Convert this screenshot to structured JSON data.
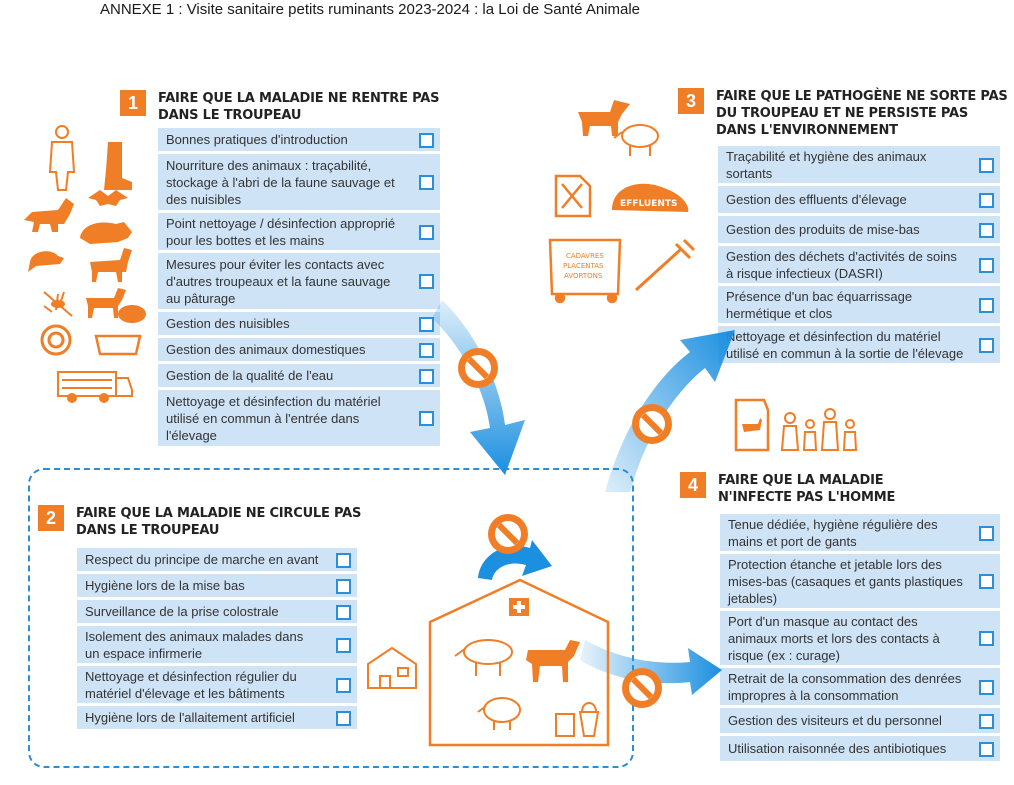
{
  "page_title": "ANNEXE 1 : Visite sanitaire petits ruminants 2023-2024 : la Loi de Santé Animale",
  "sections": [
    {
      "number": "1",
      "title_lines": [
        "FAIRE QUE LA MALADIE NE RENTRE PAS",
        "DANS LE TROUPEAU"
      ],
      "items": [
        "Bonnes pratiques d'introduction",
        "Nourriture des animaux : traçabilité, stockage à l'abri de la faune sauvage et des nuisibles",
        "Point nettoyage / désinfection approprié pour les bottes et les mains",
        "Mesures pour éviter les contacts avec d'autres troupeaux et la faune sauvage au pâturage",
        "Gestion des nuisibles",
        "Gestion des animaux domestiques",
        "Gestion de la qualité de l'eau",
        "Nettoyage et désinfection du matériel utilisé en commun à l'entrée dans l'élevage"
      ]
    },
    {
      "number": "2",
      "title_lines": [
        "FAIRE QUE LA MALADIE NE CIRCULE PAS",
        "DANS LE TROUPEAU"
      ],
      "items": [
        "Respect du principe de marche en avant",
        "Hygiène lors de la mise bas",
        "Surveillance de la prise colostrale",
        "Isolement des animaux malades dans un espace infirmerie",
        "Nettoyage et désinfection régulier du matériel d'élevage et les bâtiments",
        "Hygiène lors de l'allaitement artificiel"
      ]
    },
    {
      "number": "3",
      "title_lines": [
        "FAIRE QUE LE PATHOGÈNE NE SORTE PAS",
        "DU TROUPEAU ET NE PERSISTE PAS",
        "DANS L'ENVIRONNEMENT"
      ],
      "items": [
        "Traçabilité et hygiène des animaux sortants",
        "Gestion des effluents d'élevage",
        "Gestion des produits de mise-bas",
        "Gestion des déchets d'activités de soins à risque infectieux (DASRI)",
        "Présence d'un bac équarrissage hermétique et clos",
        "Nettoyage et désinfection du matériel utilisé en commun à la sortie de l'élevage"
      ]
    },
    {
      "number": "4",
      "title_lines": [
        "FAIRE QUE LA MALADIE",
        "N'INFECTE PAS L'HOMME"
      ],
      "items": [
        "Tenue dédiée, hygiène régulière des mains et port de gants",
        "Protection étanche et jetable lors des mises-bas (casaques et gants plastiques jetables)",
        "Port d'un masque au contact des animaux morts et lors des contacts à risque (ex : curage)",
        "Retrait de la consommation des denrées impropres à la consommation",
        "Gestion des visiteurs et du personnel",
        "Utilisation raisonnée des antibiotiques"
      ]
    }
  ],
  "icon_labels": {
    "effluents": "EFFLUENTS",
    "bin_lines": [
      "CADAVRES",
      "PLACENTAS",
      "AVORTONS"
    ]
  },
  "colors": {
    "accent": "#f07e26",
    "item_bg": "#cfe3f6",
    "arrow": "#1b8fe0",
    "checkbox": "#2a8fd8"
  }
}
